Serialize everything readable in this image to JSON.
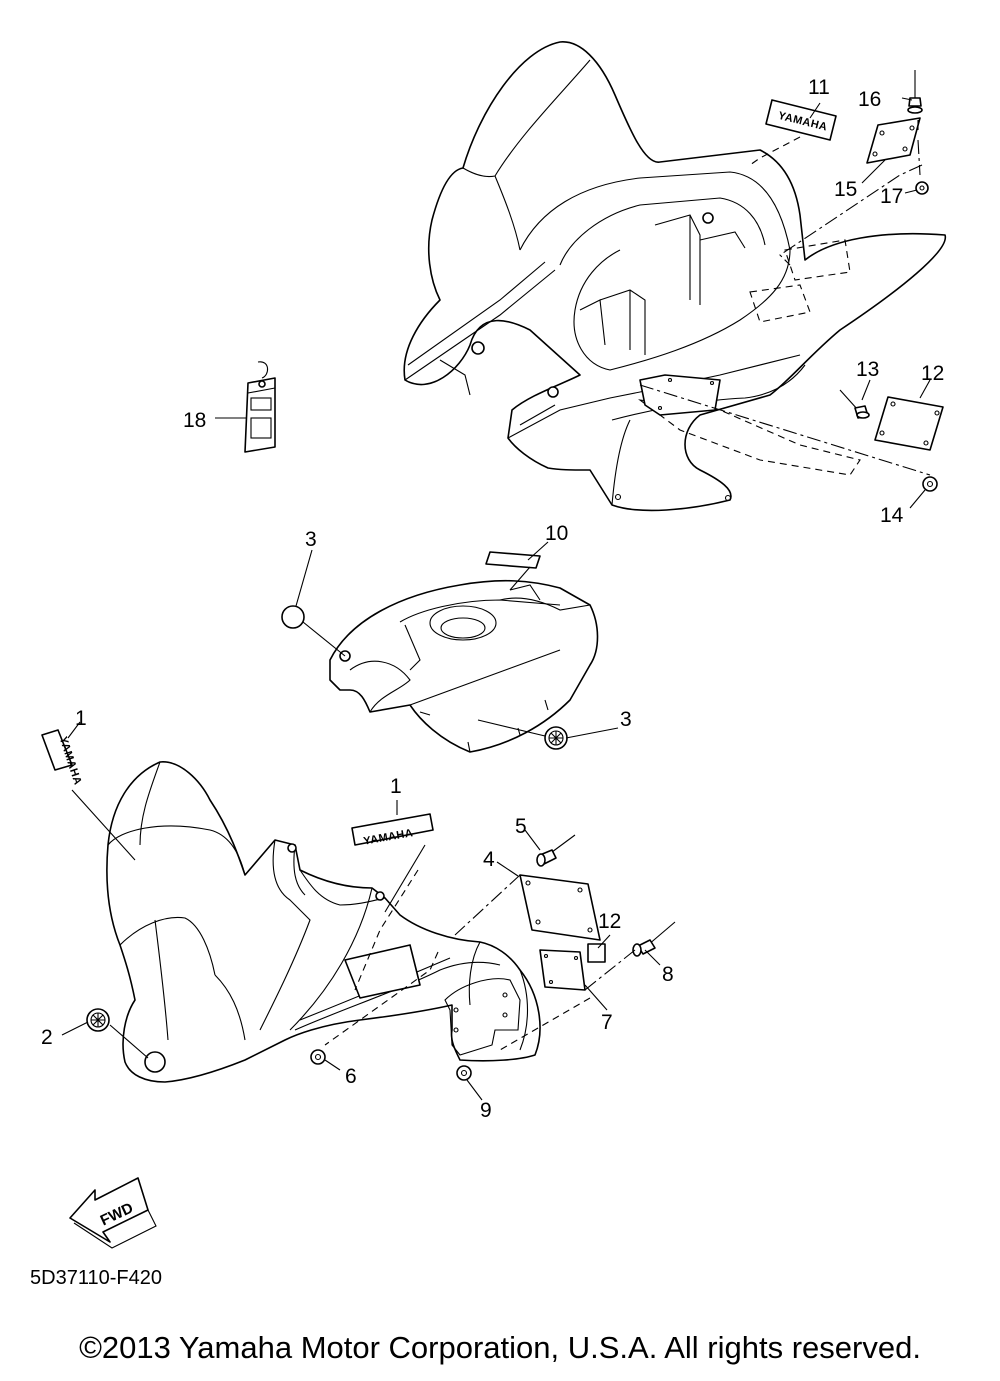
{
  "diagram": {
    "code": "5D37110-F420",
    "copyright": "©2013 Yamaha Motor Corporation, U.S.A. All rights reserved.",
    "decal_text": "YAMAHA",
    "direction_label": "FWD",
    "callouts": [
      "1",
      "1",
      "2",
      "3",
      "3",
      "4",
      "5",
      "6",
      "7",
      "8",
      "9",
      "10",
      "11",
      "12",
      "12",
      "13",
      "14",
      "15",
      "16",
      "17",
      "18"
    ]
  }
}
